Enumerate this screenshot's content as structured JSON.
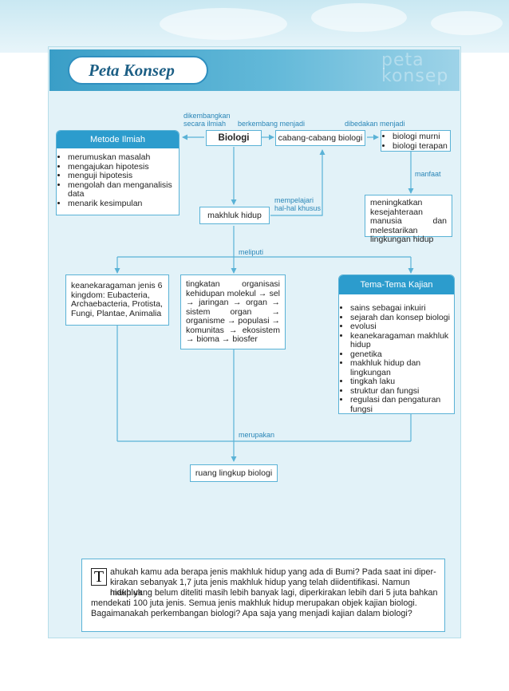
{
  "page": {
    "title": "Peta Konsep",
    "watermark_line1": "peta",
    "watermark_line2": "konsep"
  },
  "labels": {
    "dikembangkan_1": "dikembangkan",
    "dikembangkan_2": "secara ilmiah",
    "berkembang": "berkembang menjadi",
    "dibedakan": "dibedakan menjadi",
    "manfaat": "manfaat",
    "mempelajari_1": "mempelajari",
    "mempelajari_2": "hal-hal khusus",
    "meliputi": "meliputi",
    "merupakan": "merupakan"
  },
  "metode": {
    "header": "Metode Ilmiah",
    "items": [
      "merumuskan masalah",
      "mengajukan hipotesis",
      "menguji hipotesis",
      "mengolah dan menganalisis data",
      "menarik kesimpulan"
    ]
  },
  "biologi": "Biologi",
  "cabang": "cabang-cabang biologi",
  "jenis": {
    "items": [
      "biologi murni",
      "biologi terapan"
    ]
  },
  "manfaat_box": "meningkatkan kesejahteraan manusia dan melestarikan lingkungan hidup",
  "makhluk": "makhluk hidup",
  "kingdom": "keanekaragaman jenis 6 kingdom: Eubacteria, Archaebacteria, Protista, Fungi, Plantae, Animalia",
  "organisasi": "tingkatan organisasi kehidupan molekul → sel → jaringan → organ → sistem organ → organisme → populasi → komunitas → ekosistem → bioma → biosfer",
  "tema": {
    "header": "Tema-Tema Kajian",
    "items": [
      "sains sebagai inkuiri",
      "sejarah dan konsep biologi",
      "evolusi",
      "keanekaragaman makhluk hidup",
      "genetika",
      "makhluk hidup dan lingkungan",
      "tingkah laku",
      "struktur dan fungsi",
      "regulasi dan pengaturan fungsi"
    ]
  },
  "ruang": "ruang lingkup biologi",
  "intro": {
    "dropcap": "T",
    "line1": "ahukah kamu ada berapa jenis makhluk hidup yang ada di Bumi? Pada saat ini diper-",
    "line2": "kirakan sebanyak 1,7 juta jenis makhluk hidup yang telah diidentifikasi. Namun makhluk",
    "line3": "hidup yang belum diteliti masih lebih banyak lagi, diperkirakan lebih dari 5 juta bahkan",
    "line4": "mendekati 100 juta jenis. Semua jenis makhluk hidup merupakan objek kajian biologi.",
    "line5": "Bagaimanakah perkembangan biologi? Apa saja yang menjadi kajian dalam biologi?"
  },
  "colors": {
    "accent": "#2c9ccd",
    "panel": "#e2f2f8",
    "line": "#5ab2d6",
    "label": "#2a86b7"
  }
}
